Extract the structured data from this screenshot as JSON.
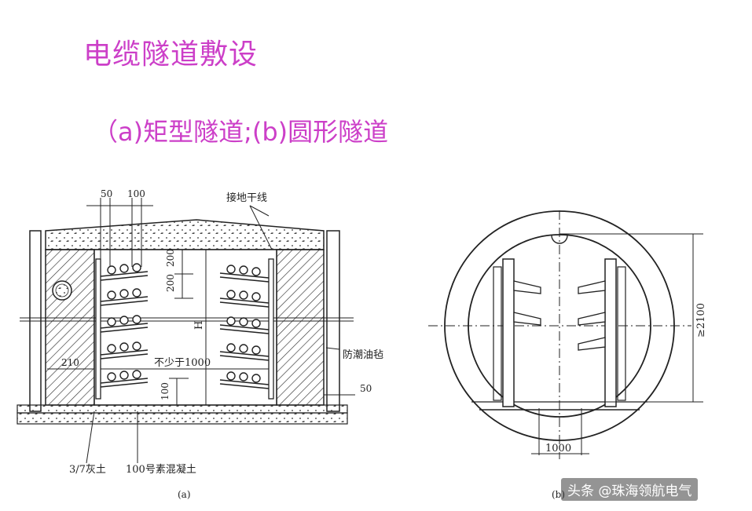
{
  "slide": {
    "title": "电缆隧道敷设",
    "subtitle": "（a)矩型隧道;(b)圆形隧道"
  },
  "diagram_a": {
    "dim_top_left": "50",
    "dim_top_right": "100",
    "label_ground_wire": "接地干线",
    "dim_200_upper": "200",
    "dim_200_lower": "200",
    "dim_H": "H",
    "dim_min_width": "不少于1000",
    "dim_100": "100",
    "dim_210": "210",
    "label_waterproof": "防潮油毡",
    "dim_50_right": "50",
    "label_lime_soil": "3/7灰土",
    "label_concrete": "100号素混凝土",
    "caption": "(a)"
  },
  "diagram_b": {
    "dim_height": "≥2100",
    "dim_width": "1000",
    "caption": "(b)"
  },
  "watermark": "头条 @珠海领航电气"
}
